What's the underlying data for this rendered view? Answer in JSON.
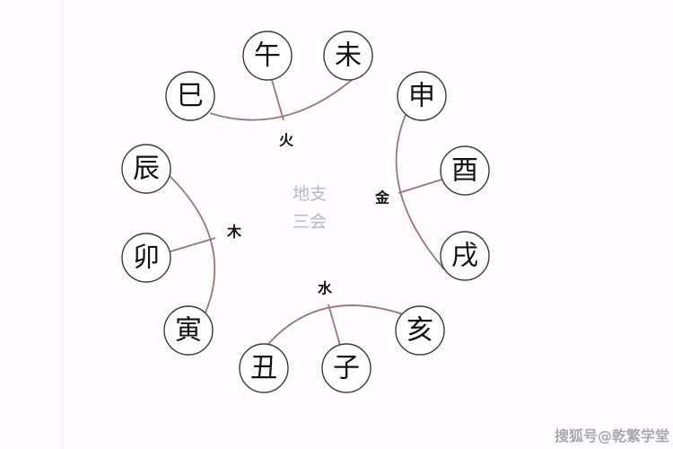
{
  "diagram": {
    "title_line1": "地支",
    "title_line2": "三会",
    "groups": [
      {
        "element": "火",
        "branches": [
          "巳",
          "午",
          "未"
        ]
      },
      {
        "element": "金",
        "branches": [
          "申",
          "酉",
          "戌"
        ]
      },
      {
        "element": "木",
        "branches": [
          "寅",
          "卯",
          "辰"
        ]
      },
      {
        "element": "水",
        "branches": [
          "亥",
          "子",
          "丑"
        ]
      }
    ],
    "colors": {
      "connector": "#9b7676",
      "circle_stroke": "#3a3a3a",
      "title": "#b8b8bc"
    }
  },
  "watermark": "搜狐号@乾繁学堂"
}
